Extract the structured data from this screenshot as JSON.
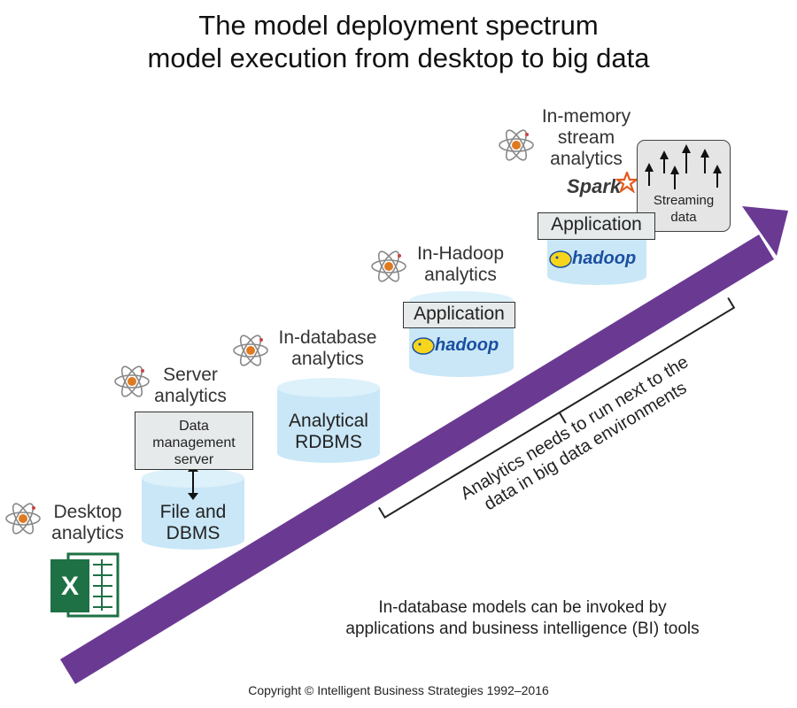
{
  "title": {
    "line1": "The model deployment spectrum",
    "line2": "model execution from desktop to big data"
  },
  "stages": {
    "desktop": {
      "label_line1": "Desktop",
      "label_line2": "analytics"
    },
    "server": {
      "label_line1": "Server",
      "label_line2": "analytics",
      "box_line1": "Data",
      "box_line2": "management",
      "box_line3": "server",
      "cyl_line1": "File and",
      "cyl_line2": "DBMS"
    },
    "indatabase": {
      "label_line1": "In-database",
      "label_line2": "analytics",
      "cyl_line1": "Analytical",
      "cyl_line2": "RDBMS"
    },
    "inhadoop": {
      "label_line1": "In-Hadoop",
      "label_line2": "analytics",
      "app_label": "Application",
      "logo_text": "hadoop"
    },
    "inmemory": {
      "label_line1": "In-memory",
      "label_line2": "stream",
      "label_line3": "analytics",
      "app_label": "Application",
      "logo_text": "hadoop",
      "spark_text": "Spark",
      "stream_line1": "Streaming",
      "stream_line2": "data"
    }
  },
  "bracket_note": {
    "line1": "Analytics needs to run next to the",
    "line2": "data in big data environments"
  },
  "bottom_note": {
    "line1": "In-database models can be invoked by",
    "line2": "applications and business intelligence (BI) tools"
  },
  "copyright": "Copyright © Intelligent Business Strategies 1992–2016",
  "colors": {
    "arrow": "#6a3a93",
    "cylinder": "#c9e7f7",
    "box": "#e6eaea",
    "excel": "#1e7145",
    "spark": "#e25a1c",
    "hadoop_blue": "#1b4fa0",
    "hadoop_yellow": "#f7d51d"
  }
}
